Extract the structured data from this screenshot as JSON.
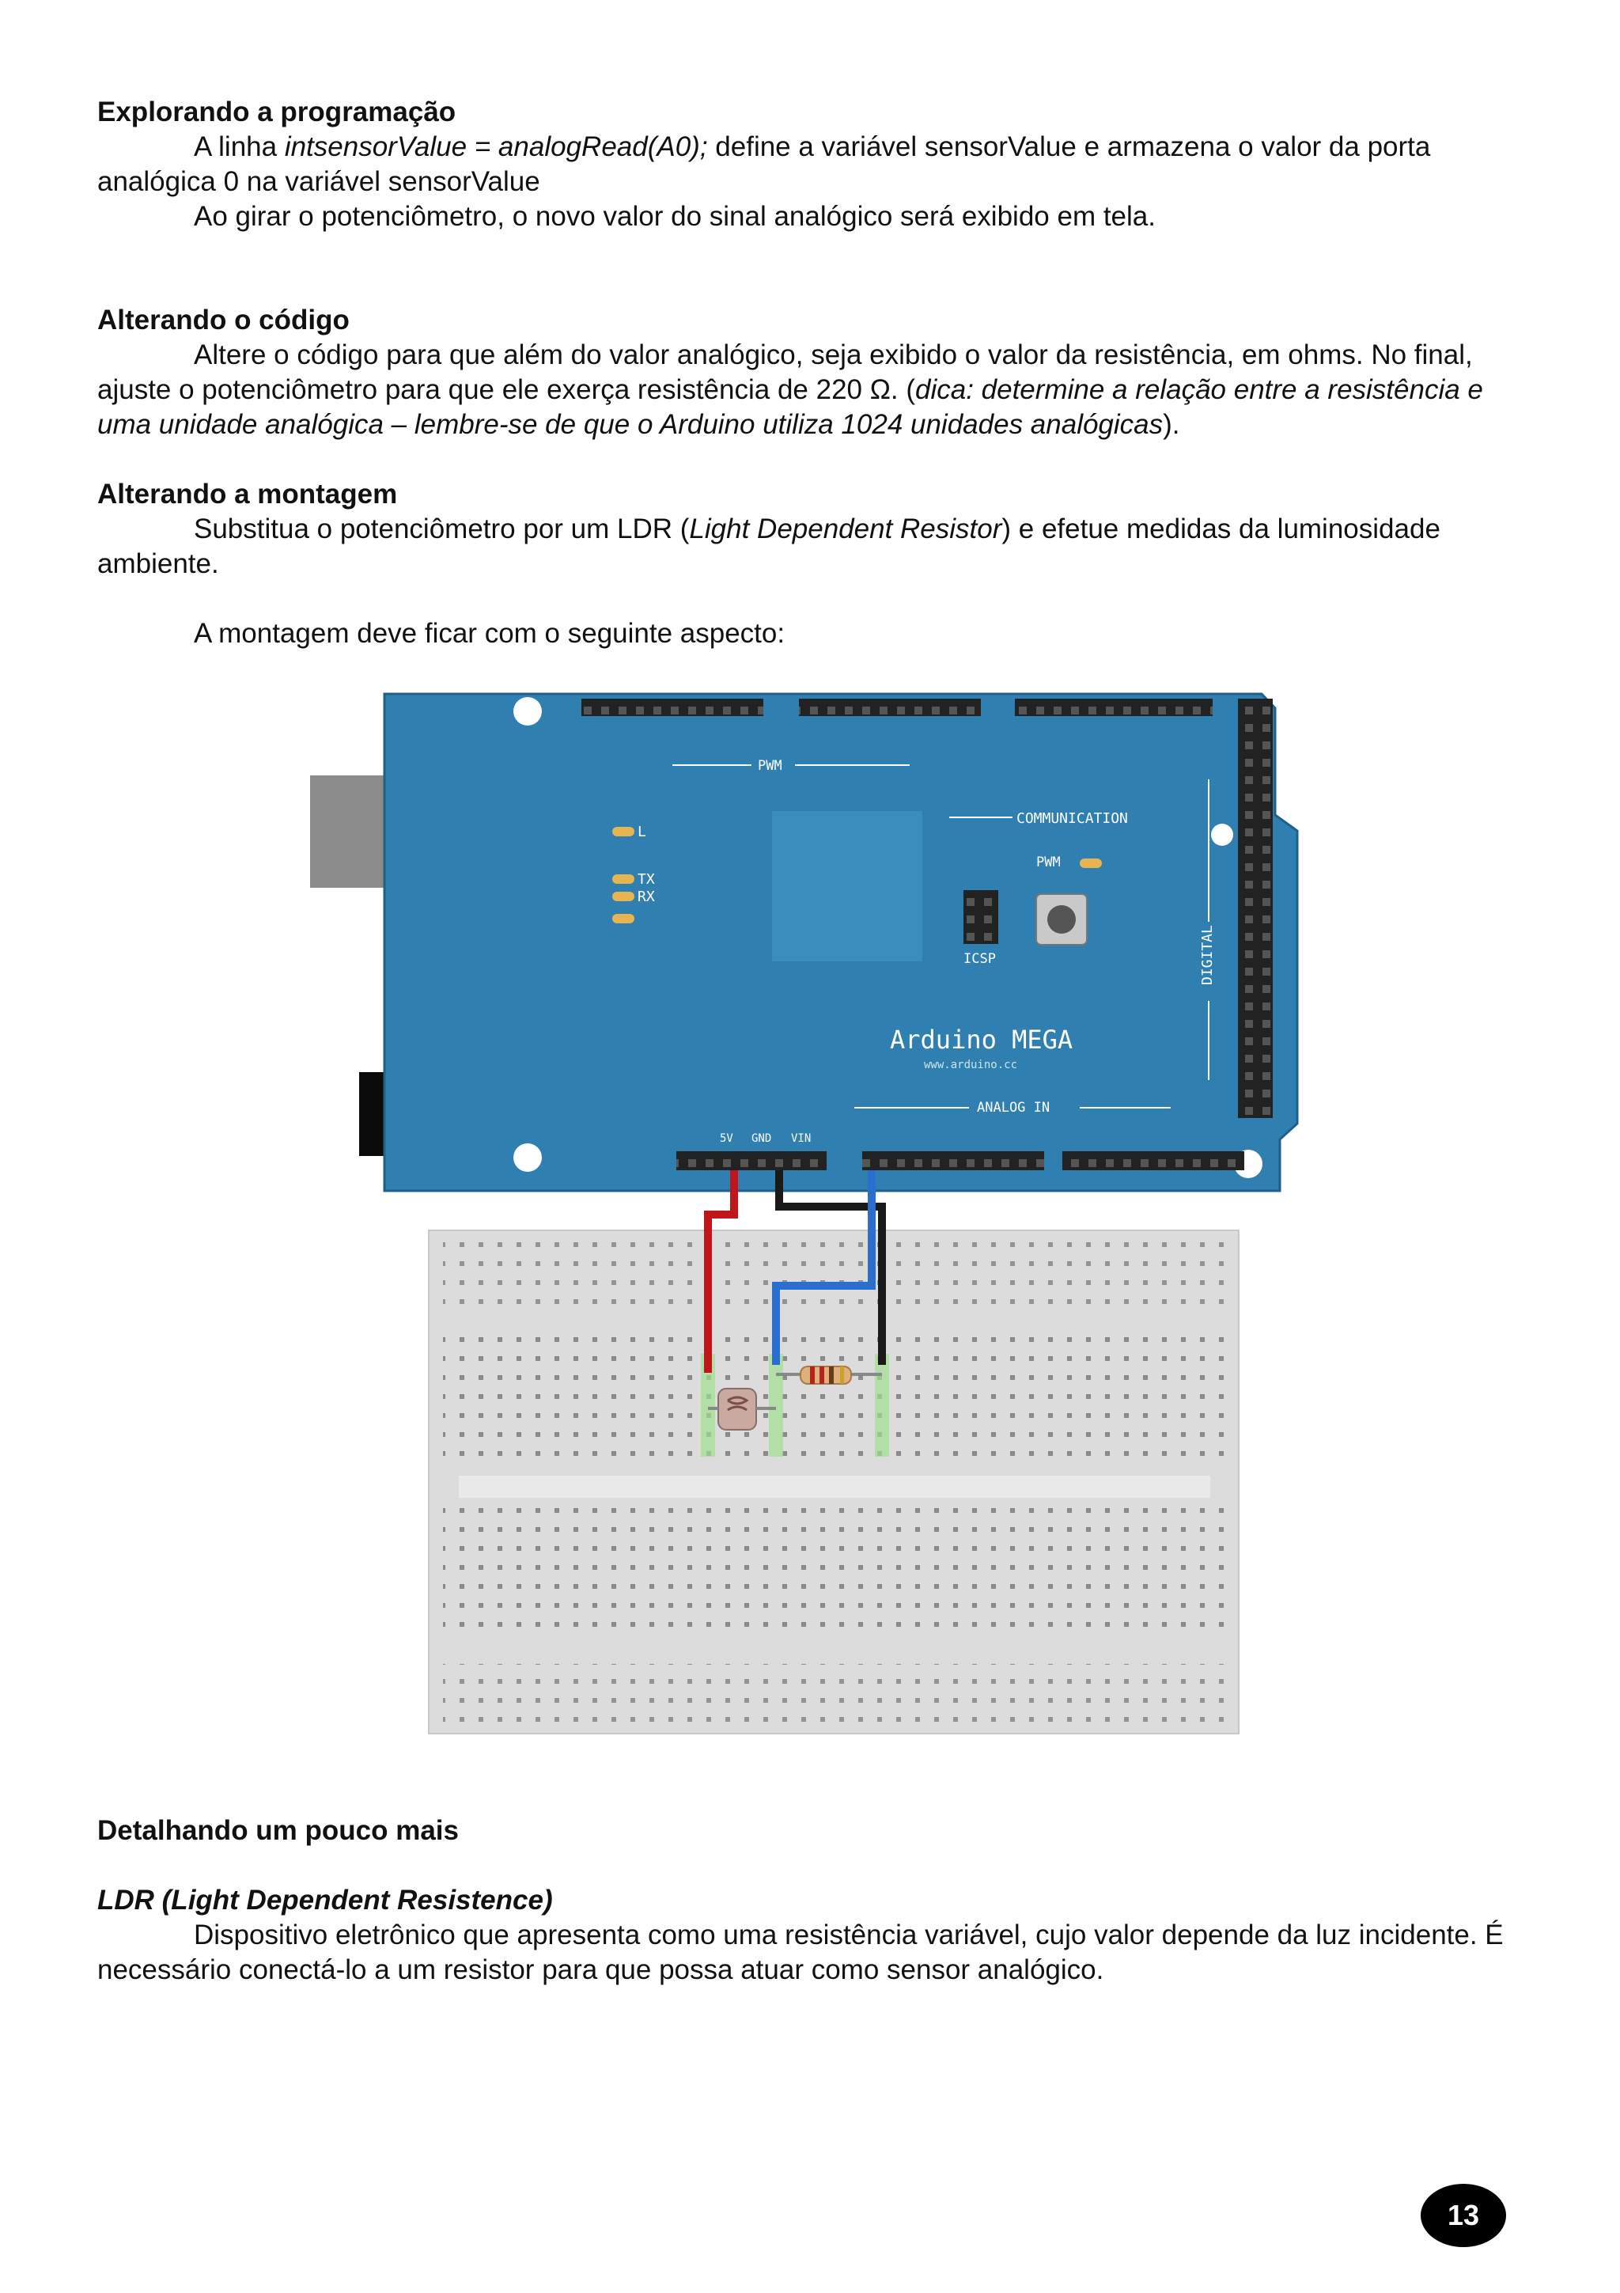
{
  "section1": {
    "heading": "Explorando a programação",
    "p1_a": "A linha ",
    "p1_code": "intsensorValue = analogRead(A0);",
    "p1_b": " define a variável sensorValue e armazena o valor da porta analógica 0 na variável sensorValue",
    "p2": "Ao girar o potenciômetro, o novo valor do sinal analógico será exibido em tela."
  },
  "section2": {
    "heading": "Alterando o código",
    "p1_a": "Altere o código para que além do valor analógico, seja exibido o valor da resistência, em ohms. No final, ajuste o potenciômetro para que ele exerça resistência de 220 Ω. (",
    "p1_hint": "dica: determine a relação entre a resistência e uma unidade analógica – lembre-se de que o Arduino utiliza 1024 unidades analógicas",
    "p1_b": ")."
  },
  "section3": {
    "heading": "Alterando a montagem",
    "p1_a": "Substitua o potenciômetro por um LDR (",
    "p1_term": "Light Dependent Resistor",
    "p1_b": ") e efetue medidas da luminosidade ambiente.",
    "p2": "A montagem deve ficar com o seguinte aspecto:"
  },
  "figure": {
    "board_name": "Arduino MEGA",
    "board_url": "www.arduino.cc",
    "label_pwm": "PWM",
    "label_communication": "COMMUNICATION",
    "label_digital": "DIGITAL",
    "label_analog_in": "ANALOG IN",
    "label_icsp": "ICSP",
    "label_l": "L",
    "label_tx": "TX",
    "label_rx": "RX",
    "label_pwm2": "PWM",
    "label_5v": "5V",
    "label_gnd": "GND",
    "label_vin": "VIN",
    "colors": {
      "board": "#2f7fb0",
      "wire_red": "#c0161b",
      "wire_black": "#1a1a1a",
      "wire_blue": "#2a6fd0"
    }
  },
  "section4": {
    "heading": "Detalhando um pouco mais",
    "subheading": "LDR (Light Dependent Resistence)",
    "p1": "Dispositivo eletrônico que apresenta como uma resistência variável, cujo valor depende da luz incidente. É necessário conectá-lo a um resistor para que possa atuar como sensor analógico."
  },
  "page_number": "13"
}
